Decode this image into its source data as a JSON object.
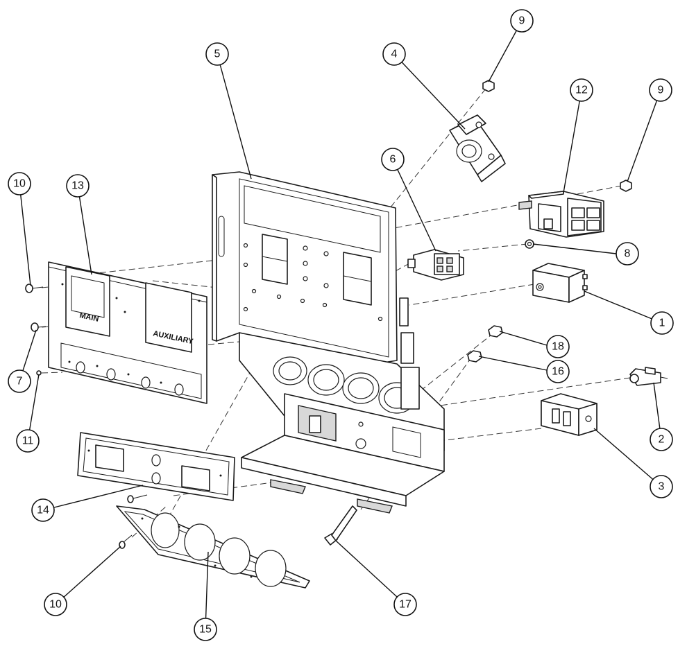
{
  "callouts": [
    {
      "id": "c1",
      "number": "1"
    },
    {
      "id": "c2",
      "number": "2"
    },
    {
      "id": "c3",
      "number": "3"
    },
    {
      "id": "c4",
      "number": "4"
    },
    {
      "id": "c5",
      "number": "5"
    },
    {
      "id": "c6",
      "number": "6"
    },
    {
      "id": "c7",
      "number": "7"
    },
    {
      "id": "c8",
      "number": "8"
    },
    {
      "id": "c9a",
      "number": "9"
    },
    {
      "id": "c9b",
      "number": "9"
    },
    {
      "id": "c10a",
      "number": "10"
    },
    {
      "id": "c10b",
      "number": "10"
    },
    {
      "id": "c11",
      "number": "11"
    },
    {
      "id": "c12",
      "number": "12"
    },
    {
      "id": "c13",
      "number": "13"
    },
    {
      "id": "c14",
      "number": "14"
    },
    {
      "id": "c15",
      "number": "15"
    },
    {
      "id": "c16",
      "number": "16"
    },
    {
      "id": "c17",
      "number": "17"
    },
    {
      "id": "c18",
      "number": "18"
    }
  ],
  "panel_labels": {
    "main": "MAIN",
    "auxiliary": "AUXILIARY"
  }
}
